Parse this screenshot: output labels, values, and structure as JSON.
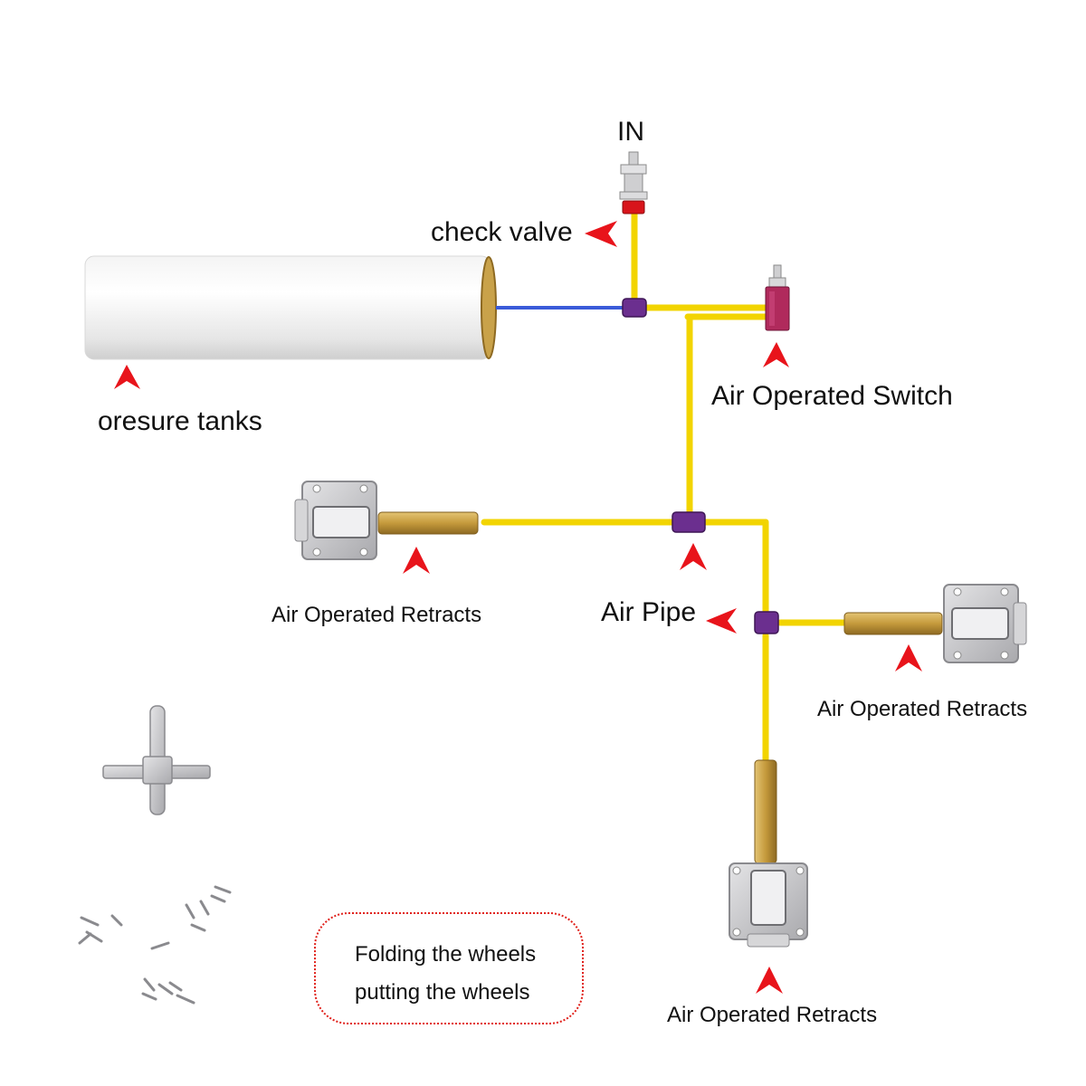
{
  "labels": {
    "in": "IN",
    "check_valve": "check valve",
    "pressure_tank": "oresure tanks",
    "air_switch": "Air Operated Switch",
    "air_pipe": "Air Pipe",
    "retract_left": "Air Operated Retracts",
    "retract_right": "Air Operated Retracts",
    "retract_bottom": "Air Operated Retracts"
  },
  "note": {
    "line1": "Folding the wheels",
    "line2": "putting the wheels"
  },
  "colors": {
    "pipe": "#f2d400",
    "pipe_edge": "#c9a800",
    "tank_pipe": "#3a5bd9",
    "connector": "#6b2f8f",
    "arrow": "#e8141b",
    "brass": "#c9a24a",
    "metal": "#c9c9cb",
    "note_border": "#e0201a"
  },
  "icons": [
    "check-valve-icon",
    "air-switch-icon",
    "tee-connector-icon",
    "retract-unit-icon",
    "screw-icon",
    "cross-tool-icon",
    "red-arrow-icon"
  ]
}
